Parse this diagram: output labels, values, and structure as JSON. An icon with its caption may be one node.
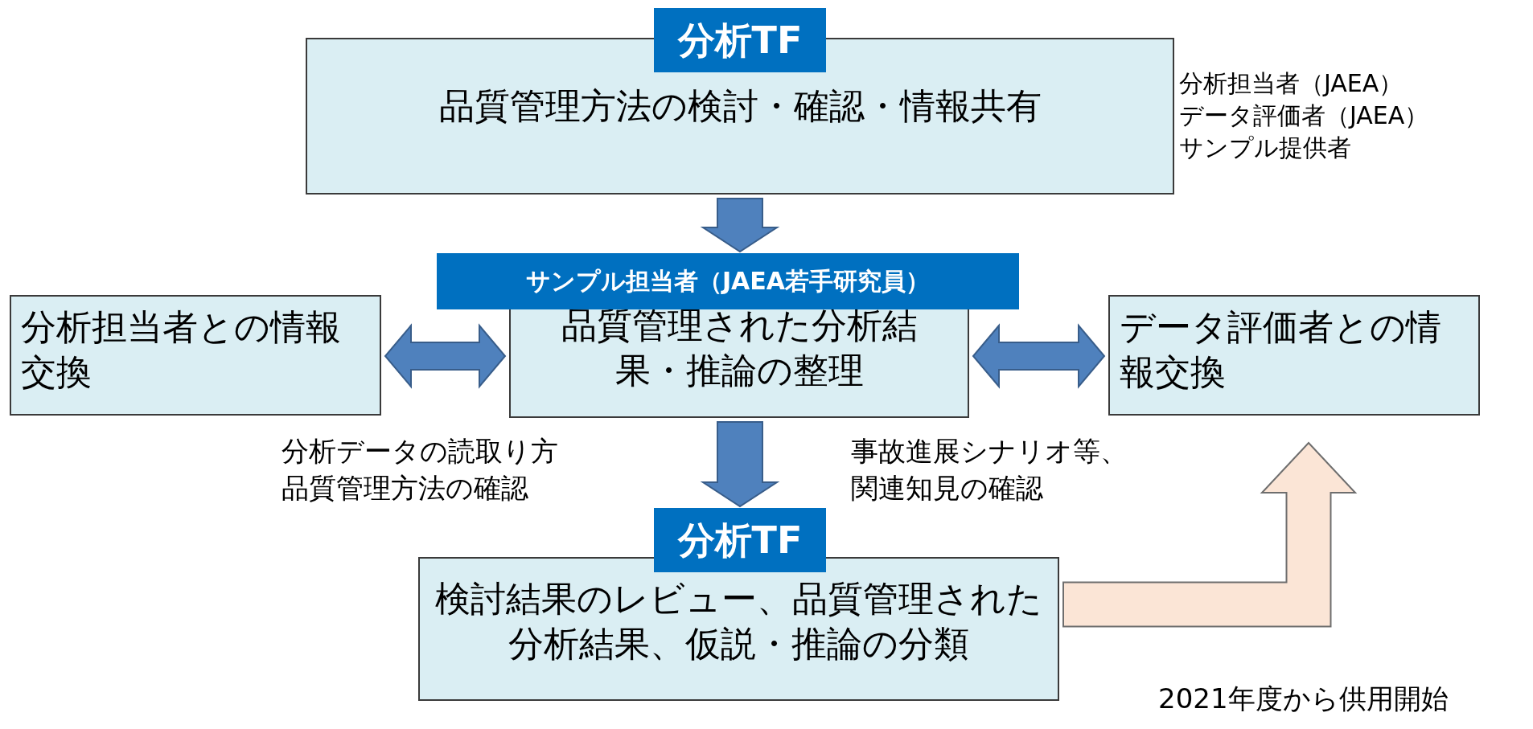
{
  "diagram": {
    "nodes": [
      {
        "text": [
          "分析TF",
          "品質管理方法の検討・確認・情報共有"
        ]
      },
      {
        "text": [
          "分析担当者との情報交換"
        ]
      },
      {
        "text": [
          "サンプル担当者（JAEA若手研究員）",
          "品質管理された分析結果・推論の整理"
        ]
      },
      {
        "text": [
          "データ評価者との情報交換"
        ]
      },
      {
        "text": [
          "分析TF",
          "検討結果のレビュー、品質管理された分析結果、仮説・推論の分類"
        ]
      }
    ],
    "edges": [
      {
        "from": 0,
        "to": 2,
        "arrow": "to"
      },
      {
        "from": 1,
        "to": 2,
        "arrow": "both"
      },
      {
        "from": 2,
        "to": 3,
        "arrow": "both"
      },
      {
        "from": 2,
        "to": 4,
        "arrow": "to"
      },
      {
        "from": 4,
        "to": 3,
        "arrow": "to",
        "color": "#fbe5d6"
      }
    ],
    "labels": [
      "分析担当者（JAEA）",
      "データ評価者（JAEA）",
      "サンプル提供者",
      "分析データの読取り方",
      "品質管理方法の確認",
      "事故進展シナリオ等、",
      "関連知見の確認",
      "2021年度から供用開始"
    ]
  }
}
